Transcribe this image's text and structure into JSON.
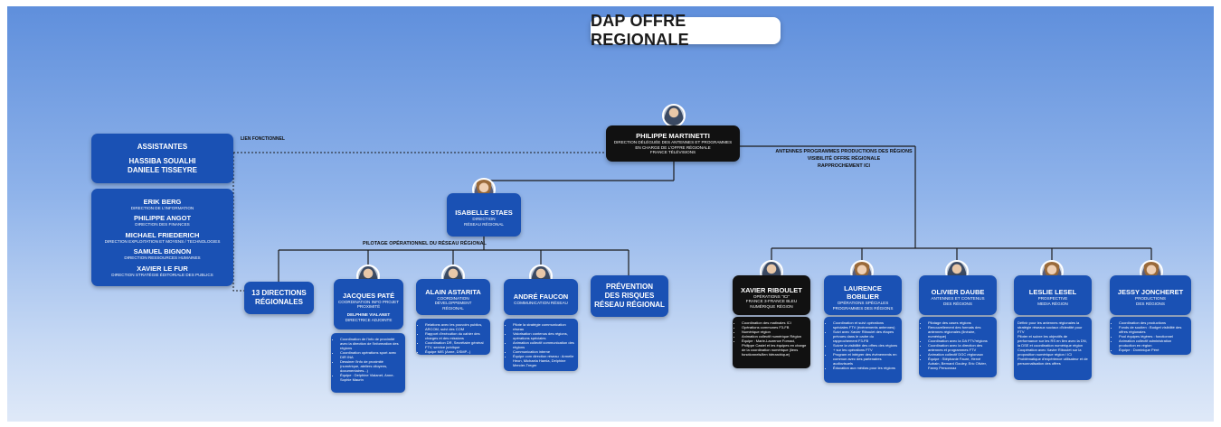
{
  "title": "DAP OFFRE REGIONALE",
  "labels": {
    "lien": "LIEN FONCTIONNEL",
    "pilotage": "PILOTAGE OPÉRATIONNEL DU RÉSEAU RÉGIONAL",
    "antennes": [
      "ANTENNES PROGRAMMES PRODUCTIONS DES RÉGIONS",
      "VISIBILITÉ OFFRE RÉGIONALE",
      "RAPPROCHEMENT ICI"
    ]
  },
  "top": {
    "name": "PHILIPPE MARTINETTI",
    "role": [
      "DIRECTION DÉLÉGUÉE DES ANTENNES ET PROGRAMMES",
      "EN CHARGE DE L'OFFRE RÉGIONALE",
      "FRANCE TÉLÉVISIONS"
    ]
  },
  "assistantes": {
    "title": "ASSISTANTES",
    "names": [
      "HASSIBA SOUALHI",
      "DANIELE TISSEYRE"
    ]
  },
  "staff": [
    {
      "name": "ERIK BERG",
      "role": "DIRECTION DE L'INFORMATION"
    },
    {
      "name": "PHILIPPE ANGOT",
      "role": "DIRECTION DES FINANCES"
    },
    {
      "name": "MICHAEL FRIEDERICH",
      "role": "DIRECTION EXPLOITATION ET MOYENS / TECHNOLOGIES"
    },
    {
      "name": "SAMUEL BIGNON",
      "role": "DIRECTION RESSOURCES HUMAINES"
    },
    {
      "name": "XAVIER LE FUR",
      "role": "DIRECTION STRATÉGIE ÉDITORIALE DES PUBLICS"
    }
  ],
  "isabelle": {
    "name": "ISABELLE STAES",
    "role": [
      "DIRECTION",
      "RÉSEAU RÉGIONAL"
    ]
  },
  "left_units": {
    "directions": [
      "13 DIRECTIONS",
      "RÉGIONALES"
    ],
    "jacques": {
      "name": "JACQUES PATÉ",
      "role": [
        "COORDINATION INFO PROJET",
        "PROXIMITÉ"
      ],
      "sub": [
        "DELPHINE VIALANET",
        "DIRECTRICE ADJOINTE"
      ],
      "items": [
        "Coordination de l'info de proximité avec la direction de l'information des régions",
        "Coordination opérations sport avec DIR INA",
        "Dessiner l'info de proximité (numérique, ateliers citoyens, documentaires...)",
        "Équipe : Delphine Vialanet, Anne-Sophie Maurin"
      ]
    },
    "alain": {
      "name": "ALAIN ASTARITA",
      "role": [
        "COORDINATION DÉVELOPPEMENT",
        "RÉGIONAL"
      ],
      "items": [
        "Relations avec les pouvoirs publics, ARCOM, suivi des COM",
        "Rapport d'exécution du cahier des charges et des missions",
        "Coordination DR, Secrétaire général FTV, service juridique",
        "Équipe MIS (Anne, DSMP...)"
      ]
    },
    "andre": {
      "name": "ANDRÉ FAUCON",
      "role": [
        "COMMUNICATION RÉSEAU"
      ],
      "items": [
        "Pilote la stratégie communication réseau",
        "Valorisation contenus des régions, opérations spéciales",
        "Animation collectif communication des régions",
        "Communication interne",
        "Équipe com direction réseau : Armelle Heon, Michaela Hamia, Delphine Mercier-Treger"
      ]
    },
    "prevention": [
      "PRÉVENTION",
      "DES RISQUES",
      "RÉSEAU RÉGIONAL"
    ]
  },
  "right_units": [
    {
      "name": "XAVIER RIBOULET",
      "role": [
        "OPÉRATIONS \"ICI\"",
        "FRANCE 3-FRANCE BLEU",
        "NUMÉRIQUE RÉGION"
      ],
      "items": [
        "Coordination des matinales ICI",
        "Opérations communes F3-FB",
        "Numérique région",
        "Animation collectif numérique Région",
        "Équipe : Marie-Laurence Fornaci, Philippe Castel et les équipes en charge de la coordination numérique (liens fonctionnels/lien hiérarchique)"
      ]
    },
    {
      "name": "LAURENCE BOBILIER",
      "role": [
        "OPÉRATIONS SPÉCIALES",
        "PROGRAMMES DES RÉGIONS"
      ],
      "items": [
        "Coordination et suivi opérations spéciales FTV (évènements antennes)",
        "Suivi avec Xavier Riboulet des étapes prévues dans le cadre du rapprochement F3-FB",
        "Suivre la visibilité des offres des régions + sur les opérations FTV",
        "Program et intégrer des évènements en commun avec des partenaires audiovisuels",
        "Éducation aux médias pour les régions"
      ]
    },
    {
      "name": "OLIVIER DAUBE",
      "role": [
        "ANTENNES ET CONTENUS",
        "DES RÉGIONS"
      ],
      "items": [
        "Pilotage des cases régions",
        "Renouvellement des formats des antennes régionales (linéaire, numérique)",
        "Coordination avec la DA FTV/régions",
        "Coordination avec la direction des antennes et programmes FTV",
        "Animation collectif DGC régionaux",
        "Équipe : Stéphanie Faure, Hervé Aubain, Bernard Gouley, Eric Olivier, Fanny Personnaz"
      ]
    },
    {
      "name": "LESLIE LESEL",
      "role": [
        "PROSPECTIVE",
        "MEDIA RÉGION"
      ],
      "items": [
        "Définir pour les antennes régionales la stratégie réseaux sociaux d'identité pour FTV",
        "Piloter et suivre les objectifs de performance sur les RS en lien avec la DN, la DSE et coordination numérique région",
        "Coopération avec Xavier Riboulet sur la proposition numérique région / ICI",
        "Problématique d'expérience utilisateur et de personnalisation des offres"
      ]
    },
    {
      "name": "JESSY JONCHERET",
      "role": [
        "PRODUCTIONS",
        "DES RÉGIONS"
      ],
      "items": [
        "Coordination des productions",
        "Fonds de soutien : Budget visibilité des offres régionales",
        "Pool équipes légères : fonctionnel",
        "Animation collectif administration production en région",
        "Équipe : Dominique Péré"
      ]
    }
  ],
  "colors": {
    "brand_blue": "#1a51b4",
    "dark_box": "#111111",
    "background_top": "#5f8fdc",
    "background_bottom": "#dfe9f8"
  }
}
